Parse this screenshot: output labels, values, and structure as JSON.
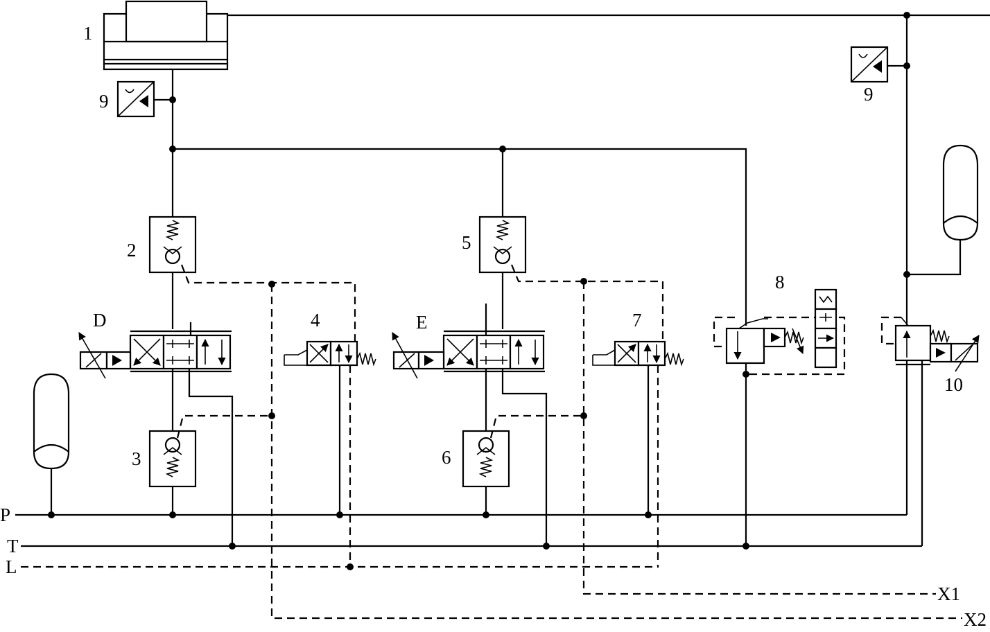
{
  "labels": {
    "n1": "1",
    "n2": "2",
    "n3": "3",
    "n4": "4",
    "n5": "5",
    "n6": "6",
    "n7": "7",
    "n8": "8",
    "n9_left": "9",
    "n9_right": "9",
    "n10": "10",
    "D": "D",
    "E": "E",
    "P": "P",
    "T": "T",
    "L": "L",
    "X1": "X1",
    "X2": "X2"
  },
  "colors": {
    "line": "#000000",
    "background": "#ffffff"
  }
}
